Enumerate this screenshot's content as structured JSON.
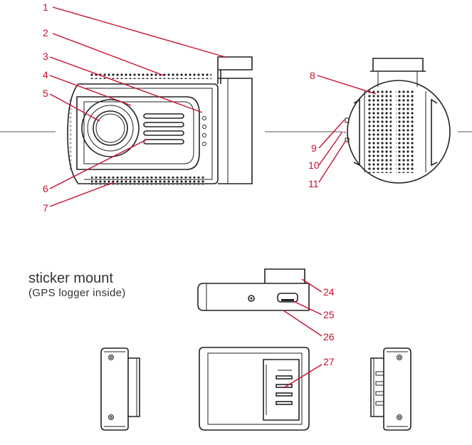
{
  "callouts": [
    "1",
    "2",
    "3",
    "4",
    "5",
    "6",
    "7",
    "8",
    "9",
    "10",
    "11",
    "24",
    "25",
    "26",
    "27"
  ],
  "mount_title": "sticker mount",
  "mount_subtitle": "(GPS logger inside)",
  "colors": {
    "callout": "#c8102e",
    "line": "#222222"
  }
}
